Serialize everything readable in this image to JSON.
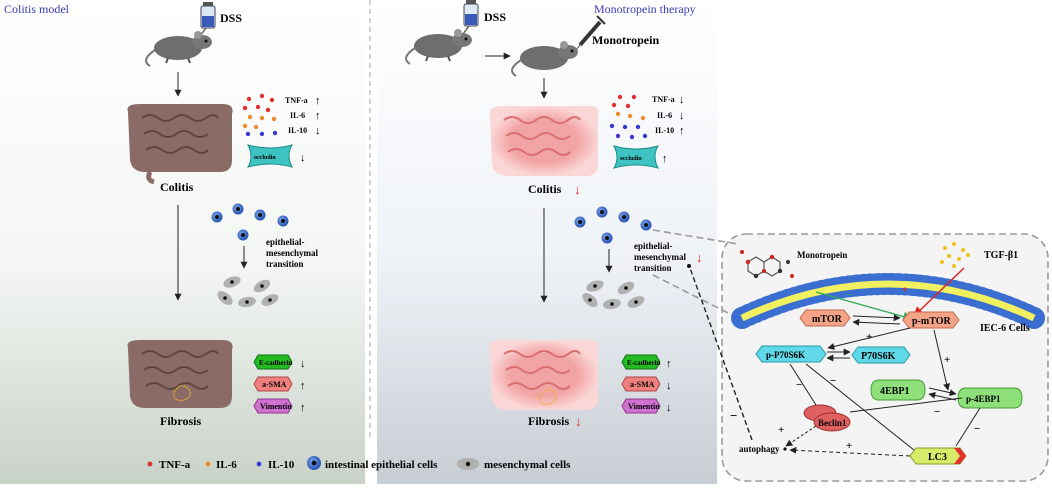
{
  "colors": {
    "title_blue": "#3a3ab8",
    "intestine_diseased": "#8a6b66",
    "intestine_healthy": "#f2a3a3",
    "tnf": "#e03030",
    "il6": "#f08a30",
    "il10": "#3a3ad0",
    "occludin": "#3ec2c2",
    "ecadherin": "#22bb22",
    "asma": "#f08080",
    "vimentin": "#d070d0",
    "epithelial": "#3a6ed0",
    "mesenchymal": "#b0b0b0",
    "membrane": "#f0f060",
    "inhibit": "#33aa55",
    "promote": "#e02020"
  },
  "left": {
    "title": "Colitis model",
    "dss": "DSS",
    "tnf": "TNF-a",
    "il6": "IL-6",
    "il10": "IL-10",
    "occludin": "occludin",
    "colitis": "Colitis",
    "emt_line1": "epithelial-",
    "emt_line2": "mesenchymal",
    "emt_line3": "transition",
    "ecadherin": "E-cadherin",
    "asma": "a-SMA",
    "vimentin": "Vimentin",
    "fibrosis": "Fibrosis",
    "up": "↑",
    "down": "↓"
  },
  "right": {
    "title": "Monotropein therapy",
    "dss": "DSS",
    "drug": "Monotropein",
    "tnf": "TNF-a",
    "il6": "IL-6",
    "il10": "IL-10",
    "occludin": "occludin",
    "colitis": "Colitis",
    "emt_line1": "epithelial-",
    "emt_line2": "mesenchymal",
    "emt_line3": "transition",
    "ecadherin": "E-cadherin",
    "asma": "a-SMA",
    "vimentin": "Vimentin",
    "fibrosis": "Fibrosis",
    "up": "↑",
    "down": "↓"
  },
  "inset": {
    "monotropein": "Monotropein",
    "tgf": "TGF-β1",
    "mtor": "mTOR",
    "pmtor": "p-mTOR",
    "cell": "IEC-6 Cells",
    "pp70": "p-P70S6K",
    "p70": "P70S6K",
    "ebp": "4EBP1",
    "pebp": "p-4EBP1",
    "beclin": "Beclin1",
    "lc3": "LC3",
    "autophagy": "autophagy",
    "plus": "+",
    "minus": "−"
  },
  "legend": {
    "tnf": "TNF-a",
    "il6": "IL-6",
    "il10": "IL-10",
    "epi": "intestinal epithelial cells",
    "mes": "mesenchymal cells"
  }
}
